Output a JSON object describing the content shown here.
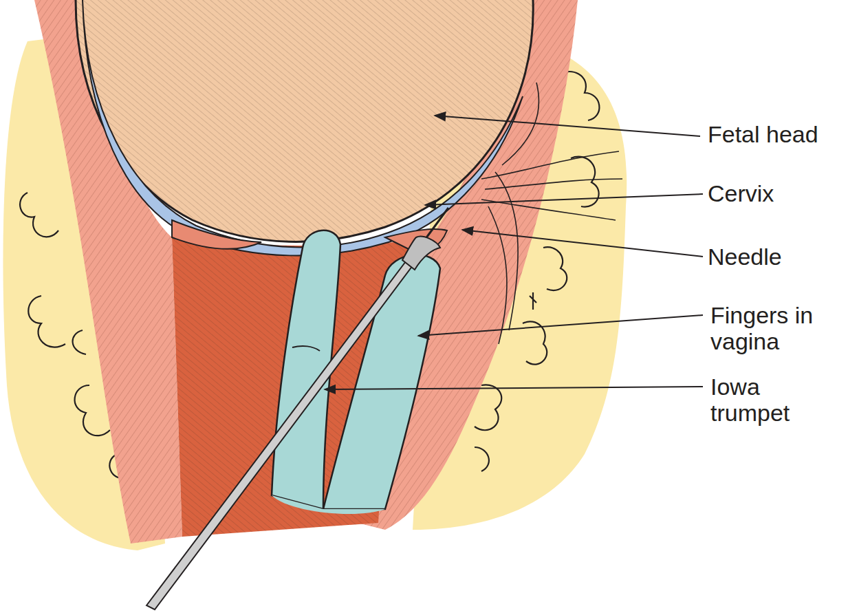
{
  "diagram": {
    "labels": [
      "Fetal head",
      "Cervix",
      "Needle",
      "Fingers in vagina",
      "Iowa trumpet"
    ]
  }
}
